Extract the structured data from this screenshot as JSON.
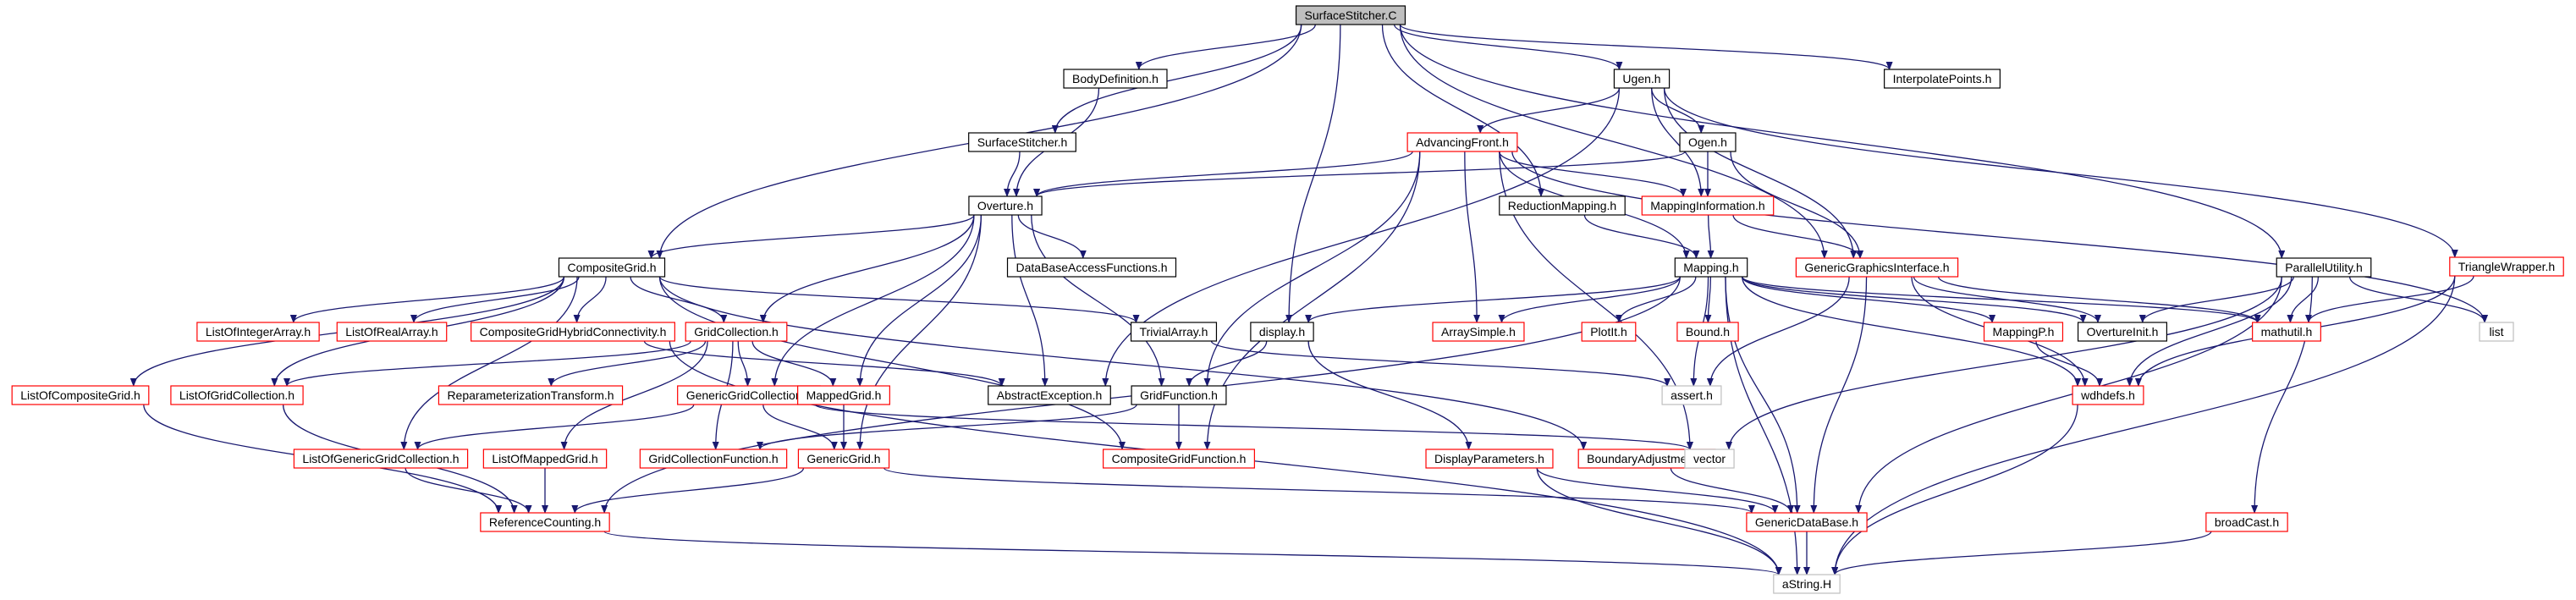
{
  "diagram": {
    "title": "SurfaceStitcher.C",
    "colors": {
      "background": "#ffffff",
      "edge": "#191970",
      "root_fill": "#bfbfbf",
      "border_documented": "#000000",
      "border_undocumented": "#ff0000",
      "border_external": "#bfbfbf",
      "text": "#000000"
    },
    "nodes": [
      {
        "id": "root",
        "label": "SurfaceStitcher.C",
        "kind": "root"
      },
      {
        "id": "bodydef",
        "label": "BodyDefinition.h",
        "kind": "documented"
      },
      {
        "id": "ugen",
        "label": "Ugen.h",
        "kind": "documented"
      },
      {
        "id": "interp",
        "label": "InterpolatePoints.h",
        "kind": "documented"
      },
      {
        "id": "surfstitch",
        "label": "SurfaceStitcher.h",
        "kind": "documented"
      },
      {
        "id": "advfront",
        "label": "AdvancingFront.h",
        "kind": "undocumented"
      },
      {
        "id": "ogen",
        "label": "Ogen.h",
        "kind": "documented"
      },
      {
        "id": "trianglew",
        "label": "TriangleWrapper.h",
        "kind": "undocumented"
      },
      {
        "id": "overture",
        "label": "Overture.h",
        "kind": "documented"
      },
      {
        "id": "redmap",
        "label": "ReductionMapping.h",
        "kind": "documented"
      },
      {
        "id": "mapinfo",
        "label": "MappingInformation.h",
        "kind": "undocumented"
      },
      {
        "id": "compgrid",
        "label": "CompositeGrid.h",
        "kind": "documented"
      },
      {
        "id": "dbaccess",
        "label": "DataBaseAccessFunctions.h",
        "kind": "documented"
      },
      {
        "id": "mapping",
        "label": "Mapping.h",
        "kind": "documented"
      },
      {
        "id": "ggi",
        "label": "GenericGraphicsInterface.h",
        "kind": "undocumented"
      },
      {
        "id": "parutil",
        "label": "ParallelUtility.h",
        "kind": "documented"
      },
      {
        "id": "listint",
        "label": "ListOfIntegerArray.h",
        "kind": "undocumented"
      },
      {
        "id": "listreal",
        "label": "ListOfRealArray.h",
        "kind": "undocumented"
      },
      {
        "id": "cghc",
        "label": "CompositeGridHybridConnectivity.h",
        "kind": "undocumented"
      },
      {
        "id": "gridcoll",
        "label": "GridCollection.h",
        "kind": "undocumented"
      },
      {
        "id": "trivarr",
        "label": "TrivialArray.h",
        "kind": "documented"
      },
      {
        "id": "display",
        "label": "display.h",
        "kind": "documented"
      },
      {
        "id": "arraysimple",
        "label": "ArraySimple.h",
        "kind": "undocumented"
      },
      {
        "id": "plotit",
        "label": "PlotIt.h",
        "kind": "undocumented"
      },
      {
        "id": "bound",
        "label": "Bound.h",
        "kind": "undocumented"
      },
      {
        "id": "mappingp",
        "label": "MappingP.h",
        "kind": "undocumented"
      },
      {
        "id": "ovinit",
        "label": "OvertureInit.h",
        "kind": "documented"
      },
      {
        "id": "mathutil",
        "label": "mathutil.h",
        "kind": "undocumented"
      },
      {
        "id": "list",
        "label": "list",
        "kind": "external"
      },
      {
        "id": "listcg",
        "label": "ListOfCompositeGrid.h",
        "kind": "undocumented"
      },
      {
        "id": "listgc",
        "label": "ListOfGridCollection.h",
        "kind": "undocumented"
      },
      {
        "id": "reparam",
        "label": "ReparameterizationTransform.h",
        "kind": "undocumented"
      },
      {
        "id": "ggc",
        "label": "GenericGridCollection.h",
        "kind": "undocumented"
      },
      {
        "id": "mappedgrid",
        "label": "MappedGrid.h",
        "kind": "undocumented"
      },
      {
        "id": "abstractexc",
        "label": "AbstractException.h",
        "kind": "documented"
      },
      {
        "id": "gridfunc",
        "label": "GridFunction.h",
        "kind": "documented"
      },
      {
        "id": "assert",
        "label": "assert.h",
        "kind": "external"
      },
      {
        "id": "wdhdefs",
        "label": "wdhdefs.h",
        "kind": "undocumented"
      },
      {
        "id": "listggc",
        "label": "ListOfGenericGridCollection.h",
        "kind": "undocumented"
      },
      {
        "id": "listmg",
        "label": "ListOfMappedGrid.h",
        "kind": "undocumented"
      },
      {
        "id": "gcf",
        "label": "GridCollectionFunction.h",
        "kind": "undocumented"
      },
      {
        "id": "genericgrid",
        "label": "GenericGrid.h",
        "kind": "undocumented"
      },
      {
        "id": "cgf",
        "label": "CompositeGridFunction.h",
        "kind": "undocumented"
      },
      {
        "id": "dispparams",
        "label": "DisplayParameters.h",
        "kind": "undocumented"
      },
      {
        "id": "boundadj",
        "label": "BoundaryAdjustment.h",
        "kind": "undocumented"
      },
      {
        "id": "vector",
        "label": "vector",
        "kind": "external"
      },
      {
        "id": "refcount",
        "label": "ReferenceCounting.h",
        "kind": "undocumented"
      },
      {
        "id": "gdb",
        "label": "GenericDataBase.h",
        "kind": "undocumented"
      },
      {
        "id": "broadcast",
        "label": "broadCast.h",
        "kind": "undocumented"
      },
      {
        "id": "astring",
        "label": "aString.H",
        "kind": "external"
      }
    ],
    "edges": [
      [
        "root",
        "bodydef"
      ],
      [
        "root",
        "ugen"
      ],
      [
        "root",
        "interp"
      ],
      [
        "root",
        "surfstitch"
      ],
      [
        "root",
        "compgrid"
      ],
      [
        "root",
        "redmap"
      ],
      [
        "root",
        "ggi"
      ],
      [
        "root",
        "parutil"
      ],
      [
        "root",
        "display"
      ],
      [
        "bodydef",
        "overture"
      ],
      [
        "surfstitch",
        "overture"
      ],
      [
        "ugen",
        "advfront"
      ],
      [
        "ugen",
        "ogen"
      ],
      [
        "ugen",
        "mapinfo"
      ],
      [
        "ugen",
        "ggi"
      ],
      [
        "ugen",
        "trianglew"
      ],
      [
        "ugen",
        "abstractexc"
      ],
      [
        "advfront",
        "overture"
      ],
      [
        "advfront",
        "mapinfo"
      ],
      [
        "advfront",
        "mapping"
      ],
      [
        "advfront",
        "arraysimple"
      ],
      [
        "advfront",
        "gridfunc"
      ],
      [
        "advfront",
        "cgf"
      ],
      [
        "advfront",
        "vector"
      ],
      [
        "advfront",
        "list"
      ],
      [
        "ogen",
        "overture"
      ],
      [
        "ogen",
        "mapinfo"
      ],
      [
        "ogen",
        "ggi"
      ],
      [
        "trianglew",
        "mathutil"
      ],
      [
        "trianglew",
        "wdhdefs"
      ],
      [
        "trianglew",
        "astring"
      ],
      [
        "overture",
        "compgrid"
      ],
      [
        "overture",
        "dbaccess"
      ],
      [
        "overture",
        "gridcoll"
      ],
      [
        "overture",
        "ggc"
      ],
      [
        "overture",
        "mappedgrid"
      ],
      [
        "overture",
        "gridfunc"
      ],
      [
        "overture",
        "genericgrid"
      ],
      [
        "overture",
        "abstractexc"
      ],
      [
        "redmap",
        "mapping"
      ],
      [
        "mapinfo",
        "mapping"
      ],
      [
        "mapinfo",
        "ggi"
      ],
      [
        "compgrid",
        "listint"
      ],
      [
        "compgrid",
        "listreal"
      ],
      [
        "compgrid",
        "cghc"
      ],
      [
        "compgrid",
        "gridcoll"
      ],
      [
        "compgrid",
        "trivarr"
      ],
      [
        "compgrid",
        "listcg"
      ],
      [
        "compgrid",
        "listgc"
      ],
      [
        "compgrid",
        "listggc"
      ],
      [
        "compgrid",
        "cgf"
      ],
      [
        "compgrid",
        "boundadj"
      ],
      [
        "mapping",
        "display"
      ],
      [
        "mapping",
        "arraysimple"
      ],
      [
        "mapping",
        "plotit"
      ],
      [
        "mapping",
        "bound"
      ],
      [
        "mapping",
        "mappingp"
      ],
      [
        "mapping",
        "ovinit"
      ],
      [
        "mapping",
        "mathutil"
      ],
      [
        "mapping",
        "wdhdefs"
      ],
      [
        "mapping",
        "assert"
      ],
      [
        "mapping",
        "gdb"
      ],
      [
        "mapping",
        "refcount"
      ],
      [
        "mapping",
        "astring"
      ],
      [
        "ggi",
        "ovinit"
      ],
      [
        "ggi",
        "mathutil"
      ],
      [
        "ggi",
        "assert"
      ],
      [
        "ggi",
        "gdb"
      ],
      [
        "ggi",
        "wdhdefs"
      ],
      [
        "parutil",
        "ovinit"
      ],
      [
        "parutil",
        "mathutil"
      ],
      [
        "parutil",
        "list"
      ],
      [
        "parutil",
        "wdhdefs"
      ],
      [
        "parutil",
        "broadcast"
      ],
      [
        "parutil",
        "gdb"
      ],
      [
        "parutil",
        "vector"
      ],
      [
        "cghc",
        "abstractexc"
      ],
      [
        "gridcoll",
        "listgc"
      ],
      [
        "gridcoll",
        "reparam"
      ],
      [
        "gridcoll",
        "ggc"
      ],
      [
        "gridcoll",
        "mappedgrid"
      ],
      [
        "gridcoll",
        "listmg"
      ],
      [
        "gridcoll",
        "gcf"
      ],
      [
        "trivarr",
        "assert"
      ],
      [
        "display",
        "gridfunc"
      ],
      [
        "display",
        "dispparams"
      ],
      [
        "mappingp",
        "wdhdefs"
      ],
      [
        "listcg",
        "refcount"
      ],
      [
        "listgc",
        "refcount"
      ],
      [
        "ggc",
        "genericgrid"
      ],
      [
        "ggc",
        "listggc"
      ],
      [
        "ggc",
        "vector"
      ],
      [
        "mappedgrid",
        "genericgrid"
      ],
      [
        "gridfunc",
        "cgf"
      ],
      [
        "gridfunc",
        "gcf"
      ],
      [
        "listggc",
        "refcount"
      ],
      [
        "listmg",
        "refcount"
      ],
      [
        "genericgrid",
        "refcount"
      ],
      [
        "genericgrid",
        "gdb"
      ],
      [
        "dispparams",
        "gdb"
      ],
      [
        "dispparams",
        "astring"
      ],
      [
        "boundadj",
        "gdb"
      ],
      [
        "refcount",
        "astring"
      ],
      [
        "gdb",
        "astring"
      ],
      [
        "broadcast",
        "astring"
      ],
      [
        "wdhdefs",
        "astring"
      ],
      [
        "cghc",
        "astring"
      ]
    ]
  }
}
